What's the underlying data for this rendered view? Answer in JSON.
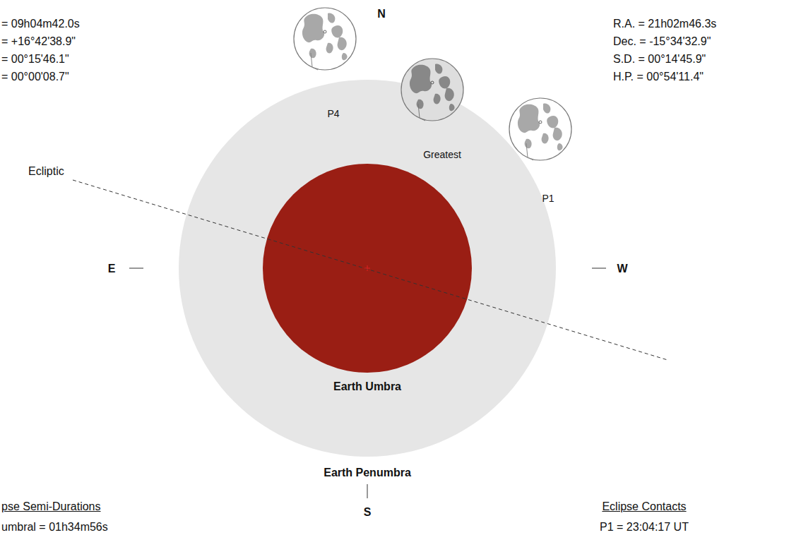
{
  "diagram": {
    "nodes": [
      {
        "text": [
          "Earth Penumbra"
        ]
      },
      {
        "text": [
          "Earth Umbra"
        ],
        "in": 0
      }
    ],
    "labels": [
      "= 09h04m42.0s",
      "= +16°42'38.9\"",
      "= 00°15'46.1\"",
      "= 00°00'08.7\"",
      "N",
      "R.A. = 21h02m46.3s",
      "Dec. = -15°34'32.9\"",
      "S.D. = 00°14'45.9\"",
      "H.P. = 00°54'11.4\"",
      "P4",
      "Greatest",
      "P1",
      "Ecliptic",
      "E",
      "W",
      "S",
      "pse Semi-Durations",
      "umbral = 01h34m56s",
      "Eclipse Contacts",
      "P1 = 23:04:17 UT"
    ]
  }
}
